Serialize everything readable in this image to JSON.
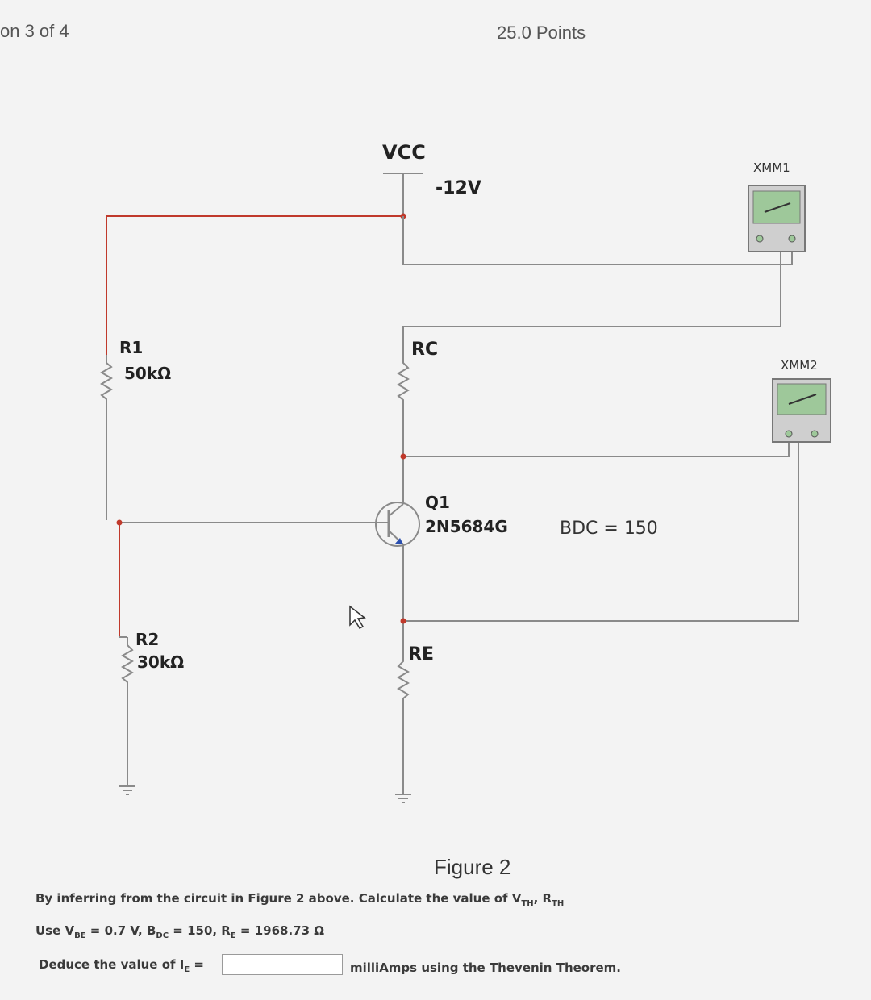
{
  "header": {
    "question_counter": "on 3 of 4",
    "points": "25.0 Points"
  },
  "circuit": {
    "vcc_label": "VCC",
    "vcc_value": "-12V",
    "r1_name": "R1",
    "r1_value": "50kΩ",
    "r2_name": "R2",
    "r2_value": "30kΩ",
    "rc_name": "RC",
    "re_name": "RE",
    "q1_name": "Q1",
    "q1_part": "2N5684G",
    "bdc_label": "BDC = 150",
    "xmm1_label": "XMM1",
    "xmm2_label": "XMM2",
    "colors": {
      "red_wire": "#c0392b",
      "gray_wire": "#8a8a8a",
      "meter_green": "#9ec89a",
      "q1_blue": "#2a4fb0"
    }
  },
  "figure_caption": "Figure 2",
  "question": {
    "prompt_text": "By inferring from the circuit in Figure 2 above. Calculate the value of V",
    "vth_sub": "TH",
    "sep": ", R",
    "rth_sub": "TH",
    "given_prefix": "Use V",
    "vbe_sub": "BE",
    "vbe_val": " = 0.7 V, B",
    "bdc_sub": "DC",
    "bdc_val": " = 150, R",
    "re_sub": "E",
    "re_val": " = 1968.73 Ω",
    "deduce_prefix": "Deduce the value of I",
    "ie_sub": "E",
    "deduce_eq": " =",
    "answer_value": "",
    "suffix": "milliAmps using the Thevenin Theorem."
  }
}
